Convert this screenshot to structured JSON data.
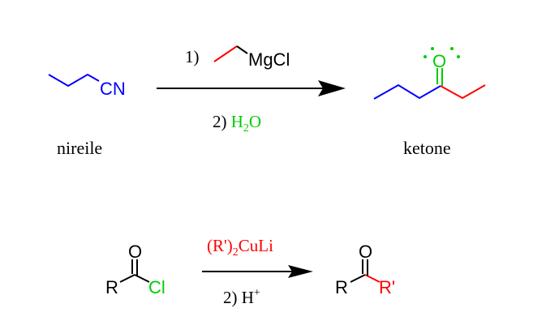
{
  "colors": {
    "blue": "#0000ff",
    "red": "#ff0000",
    "green": "#00cc00",
    "black": "#000000"
  },
  "reaction1": {
    "reactant_group": "CN",
    "reactant_label": "nireile",
    "step1_number": "1)",
    "step1_reagent": "MgCl",
    "step2_number": "2)",
    "step2_reagent_h": "H",
    "step2_reagent_sub": "2",
    "step2_reagent_o": "O",
    "product_atom": "O",
    "product_label": "ketone"
  },
  "reaction2": {
    "reactant_r": "R",
    "reactant_o": "O",
    "reactant_cl": "Cl",
    "reagent_main": "(R')",
    "reagent_sub": "2",
    "reagent_tail": "CuLi",
    "step2_number": "2) H",
    "step2_sup": "+",
    "product_r": "R",
    "product_o": "O",
    "product_r2": "R'"
  }
}
